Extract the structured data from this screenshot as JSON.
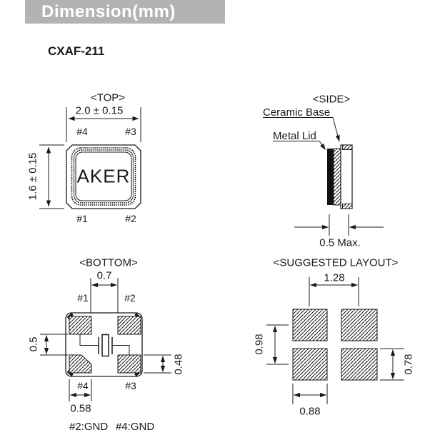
{
  "header": {
    "title": "Dimension(mm)"
  },
  "part": {
    "name": "CXAF-211",
    "brand": "AKER"
  },
  "views": {
    "top": {
      "label": "<TOP>",
      "dim_width": "2.0 ± 0.15",
      "dim_height": "1.6 ± 0.15",
      "pins": {
        "top_left": "#4",
        "top_right": "#3",
        "bottom_left": "#1",
        "bottom_right": "#2"
      }
    },
    "side": {
      "label": "<SIDE>",
      "callouts": {
        "ceramic_base": "Ceramic Base",
        "metal_lid": "Metal Lid"
      },
      "dim_thickness": "0.5 Max."
    },
    "bottom": {
      "label": "<BOTTOM>",
      "dim_pad_gap_x": "0.7",
      "dim_pad_gap_y": "0.5",
      "dim_pad_height": "0.48",
      "dim_pad_width": "0.58",
      "pins": {
        "top_left": "#1",
        "top_right": "#2",
        "bottom_left": "#4",
        "bottom_right": "#3"
      },
      "gnd_note_left": "#2:GND",
      "gnd_note_right": "#4:GND"
    },
    "layout": {
      "label": "<SUGGESTED LAYOUT>",
      "dim_pitch_x": "1.28",
      "dim_pitch_y": "0.98",
      "dim_pad_height": "0.78",
      "dim_pad_width": "0.88"
    }
  },
  "colors": {
    "header_bg": "#b3b3b3",
    "line": "#1a1a1a"
  }
}
